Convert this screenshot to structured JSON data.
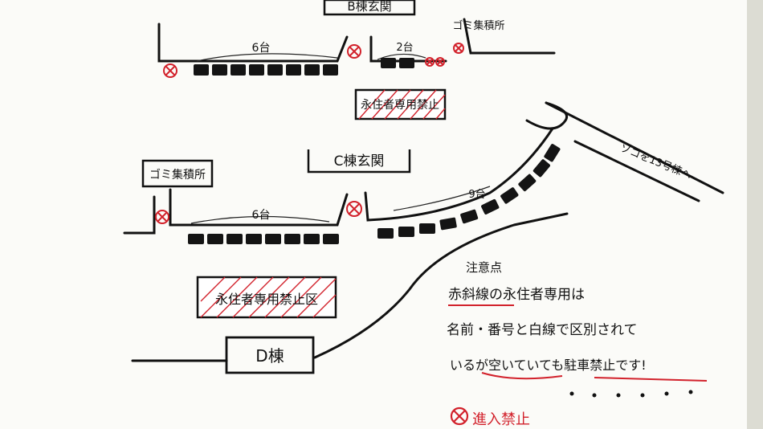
{
  "labels": {
    "building_b": "B棟玄関",
    "building_c": "C棟玄関",
    "building_d": "D棟",
    "garbage_top": "ゴミ集積所",
    "garbage_left": "ゴミ集積所",
    "road_note": "ソコを13号棟へ",
    "count_b_main": "6台",
    "count_b_side": "2台",
    "count_c_main": "6台",
    "count_c_curve": "9台",
    "no_park_b": "永住者専用禁止",
    "no_park_c": "永住者専用禁止区",
    "notes_heading": "注意点",
    "notes_line1": "赤斜線の永住者専用は",
    "notes_line2": "名前・番号と白線で区別されて",
    "notes_line3": "いるが空いていても駐車禁止です!",
    "legend_text": "進入禁止"
  },
  "colors": {
    "ink": "#111111",
    "red": "#d2212b",
    "paper": "#fafaf7"
  }
}
